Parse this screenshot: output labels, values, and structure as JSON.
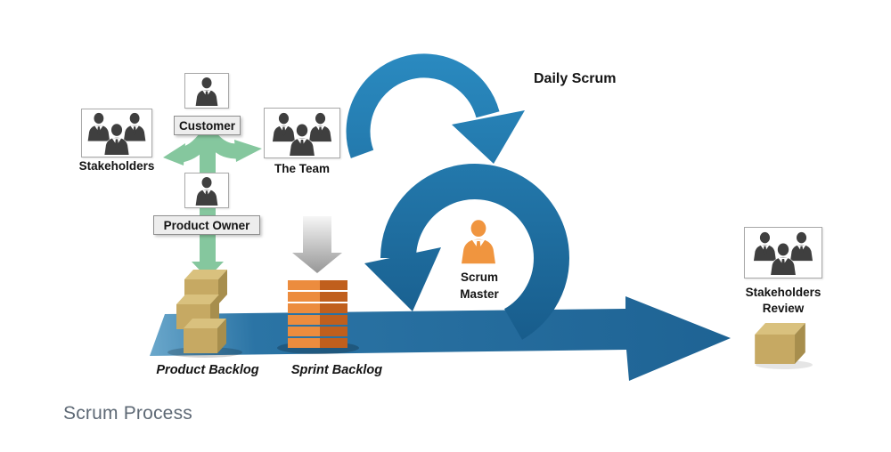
{
  "page": {
    "caption": "Scrum Process"
  },
  "diagram": {
    "labels": {
      "customer": "Customer",
      "stakeholders": "Stakeholders",
      "product_owner": "Product Owner",
      "the_team": "The Team",
      "daily_scrum": "Daily Scrum",
      "scrum_master": [
        "Scrum",
        "Master"
      ],
      "product_backlog": "Product Backlog",
      "sprint_backlog": "Sprint Backlog",
      "stakeholders_review": [
        "Stakeholders",
        "Review"
      ]
    },
    "colors": {
      "process_blue": "#2176ac",
      "arrow_green": "#85c79e",
      "scrum_master_orange": "#f0953f",
      "backlog_tan": "#c6a963",
      "sprint_bar_orange": "#ec8c3e",
      "people_gray": "#3f3f3f",
      "caption_gray": "#5e6975"
    }
  }
}
